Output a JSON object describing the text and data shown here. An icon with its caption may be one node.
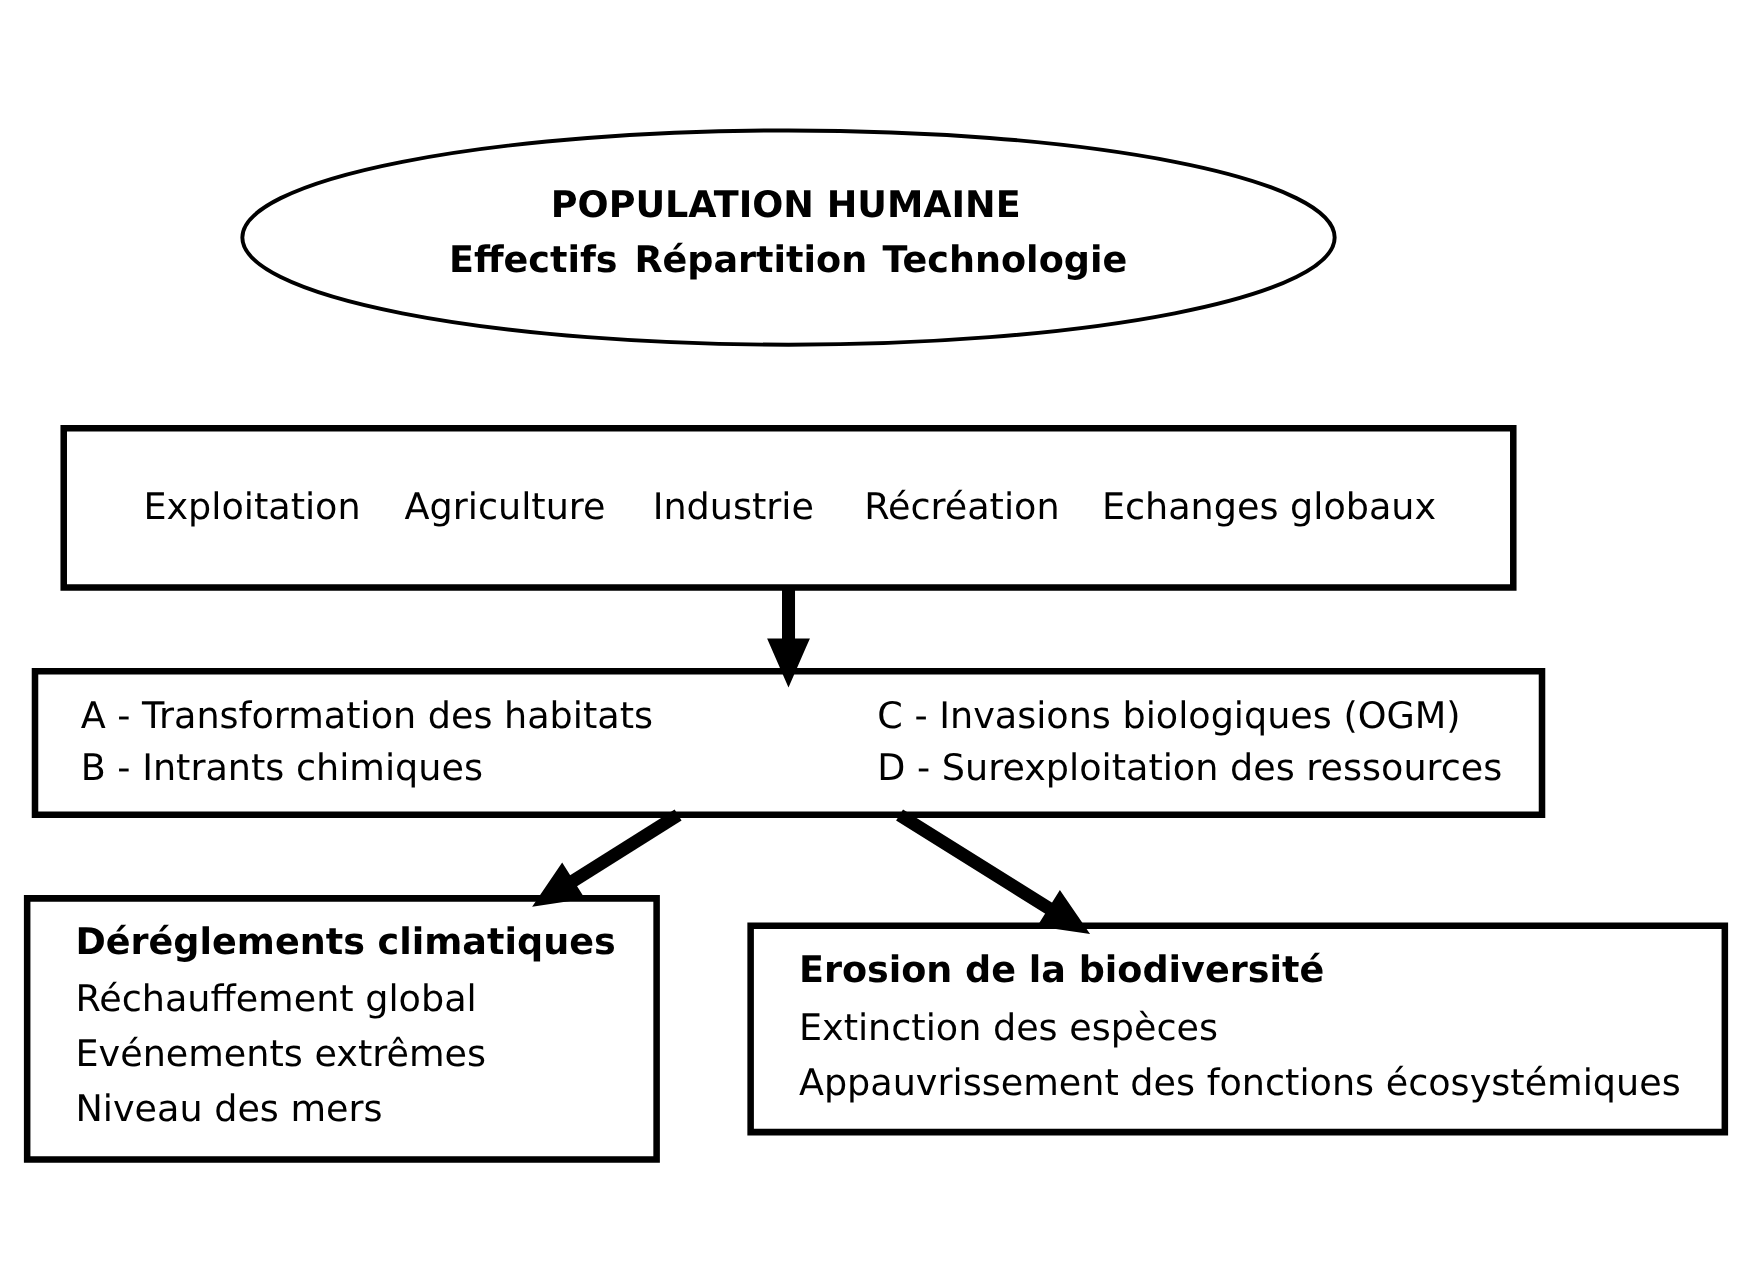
{
  "diagram": {
    "nodes": [
      {
        "text": [
          "POPULATION HUMAINE",
          "Effectifs",
          "Répartition",
          "Technologie"
        ]
      },
      {
        "text": [
          "Exploitation",
          "Agriculture",
          "Industrie",
          "Récréation",
          "Echanges globaux"
        ]
      },
      {
        "text": [
          "A - Transformation des habitats",
          "B - Intrants chimiques",
          "C - Invasions biologiques (OGM)",
          "D - Surexploitation des ressources"
        ]
      },
      {
        "text": [
          "Déréglements climatiques",
          "Réchauffement global",
          "Evénements extrêmes",
          "Niveau des mers"
        ]
      },
      {
        "text": [
          "Erosion de la biodiversité",
          "Extinction des espèces",
          "Appauvrissement des fonctions écosystémiques"
        ]
      }
    ],
    "edges": [
      {
        "from": 1,
        "to": 2,
        "arrow": "to"
      },
      {
        "from": 2,
        "to": 3,
        "arrow": "to"
      },
      {
        "from": 2,
        "to": 4,
        "arrow": "to"
      }
    ]
  }
}
